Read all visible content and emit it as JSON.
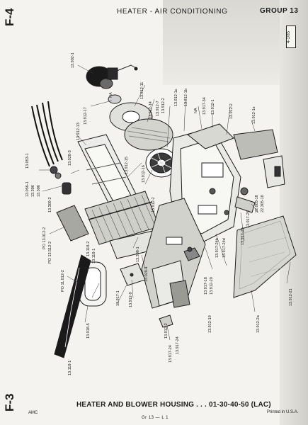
{
  "header": {
    "tab_top": "F-4",
    "title": "HEATER - AIR CONDITIONING",
    "group": "GROUP 13",
    "stamp": "4-1/85"
  },
  "callouts": [
    {
      "id": "c1",
      "text": "13.902-1"
    },
    {
      "id": "c2",
      "text": "13.912-17"
    },
    {
      "id": "c3",
      "text": "13.912-11"
    },
    {
      "id": "c4",
      "text": "13.912-14"
    },
    {
      "id": "c5",
      "text": "13.912-7"
    },
    {
      "id": "c6",
      "text": "13.912-2"
    },
    {
      "id": "c7",
      "text": "13.912-1c"
    },
    {
      "id": "c8",
      "text": "13.912-1b"
    },
    {
      "id": "c9",
      "text": "NA"
    },
    {
      "id": "c10",
      "text": "NA"
    },
    {
      "id": "c11",
      "text": "13.917-34"
    },
    {
      "id": "c12",
      "text": "13.912-1"
    },
    {
      "id": "c13",
      "text": "13.912-2"
    },
    {
      "id": "c14",
      "text": "13.912-1s"
    },
    {
      "id": "c15",
      "text": "13.912-13"
    },
    {
      "id": "c16",
      "text": "13.028-3"
    },
    {
      "id": "c17",
      "text": "13.912-15"
    },
    {
      "id": "c18",
      "text": "13.912-16"
    },
    {
      "id": "c19",
      "text": "13.912-2"
    },
    {
      "id": "c20",
      "text": "13.053-1"
    },
    {
      "id": "c21",
      "text": "13.056-1"
    },
    {
      "id": "c22",
      "text": "13.306"
    },
    {
      "id": "c23",
      "text": "13.306"
    },
    {
      "id": "c24",
      "text": "13.309-2"
    },
    {
      "id": "c25",
      "text": "PO 13.012-2"
    },
    {
      "id": "c26",
      "text": "PO 13.512-2"
    },
    {
      "id": "c27",
      "text": "PO 11.012-2"
    },
    {
      "id": "c28",
      "text": "13.118-2"
    },
    {
      "id": "c29",
      "text": "13.118-1"
    },
    {
      "id": "c30",
      "text": "13.308-1"
    },
    {
      "id": "c31",
      "text": "13.028-4"
    },
    {
      "id": "c32",
      "text": "13.917-1"
    },
    {
      "id": "c33",
      "text": "13.912-9"
    },
    {
      "id": "c34",
      "text": "13.917-18"
    },
    {
      "id": "c35",
      "text": "13.912-20"
    },
    {
      "id": "c36",
      "text": "13.917-24b"
    },
    {
      "id": "c37",
      "text": "13.917-24d"
    },
    {
      "id": "c38",
      "text": "13.917-25"
    },
    {
      "id": "c39",
      "text": "13.917-25"
    },
    {
      "id": "c40",
      "text": "22.003-18"
    },
    {
      "id": "c41",
      "text": "22.305-10"
    },
    {
      "id": "c42",
      "text": "13.912-19"
    },
    {
      "id": "c43",
      "text": "13.912-2"
    },
    {
      "id": "c44",
      "text": "13.918-5"
    },
    {
      "id": "c45",
      "text": "13.118-1"
    },
    {
      "id": "c46",
      "text": "13.917-24"
    },
    {
      "id": "c47",
      "text": "13.917-24"
    },
    {
      "id": "c48",
      "text": "13.912-2a"
    },
    {
      "id": "c49",
      "text": "13.912-21"
    }
  ],
  "footer": {
    "tab_bottom": "F-3",
    "caption": "HEATER AND BLOWER HOUSING . . . 01-30-40-50 (LAC)",
    "brand": "AMC",
    "page": "Gr 13 — L 1",
    "printed": "Printed in U.S.A."
  }
}
